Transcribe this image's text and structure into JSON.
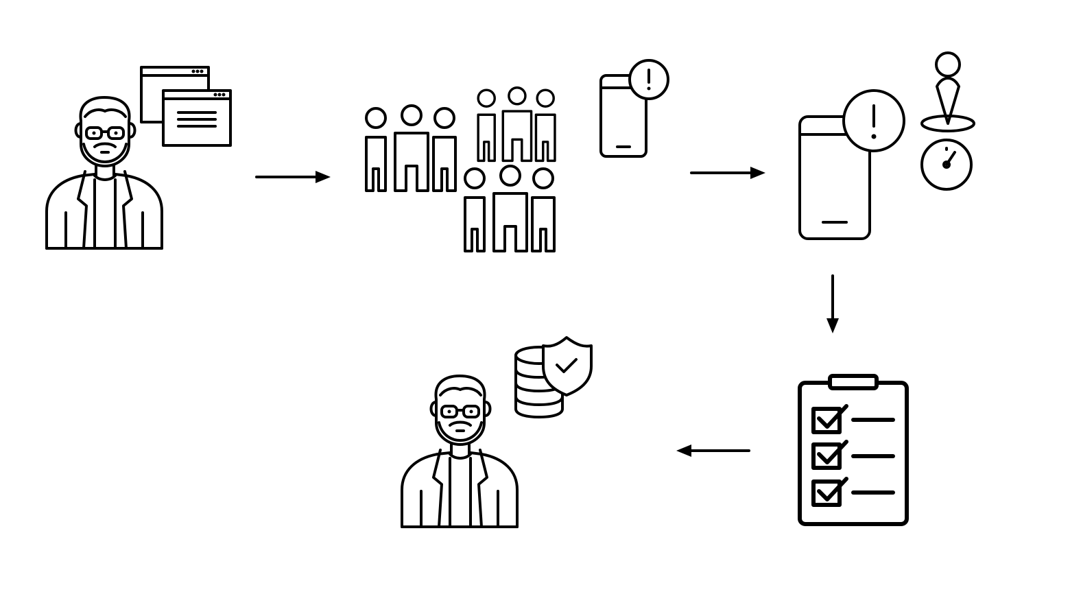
{
  "diagram": {
    "type": "workflow",
    "colors": {
      "background": "#ffffff",
      "ink": "#000000"
    },
    "nodes": [
      {
        "id": "researcher-start",
        "icons": [
          "researcher-icon",
          "browser-windows-icon"
        ]
      },
      {
        "id": "participant-groups",
        "icons": [
          "people-group-icon",
          "people-group-icon",
          "people-group-icon",
          "phone-alert-icon"
        ]
      },
      {
        "id": "phone-notification",
        "icons": [
          "phone-alert-icon",
          "location-pin-icon",
          "clock-icon"
        ]
      },
      {
        "id": "checklist",
        "icons": [
          "clipboard-checklist-icon"
        ]
      },
      {
        "id": "researcher-end",
        "icons": [
          "researcher-icon",
          "secure-database-icon"
        ]
      }
    ],
    "edges": [
      {
        "from": "researcher-start",
        "to": "participant-groups",
        "direction": "right"
      },
      {
        "from": "participant-groups",
        "to": "phone-notification",
        "direction": "right"
      },
      {
        "from": "phone-notification",
        "to": "checklist",
        "direction": "down"
      },
      {
        "from": "checklist",
        "to": "researcher-end",
        "direction": "left"
      }
    ]
  }
}
